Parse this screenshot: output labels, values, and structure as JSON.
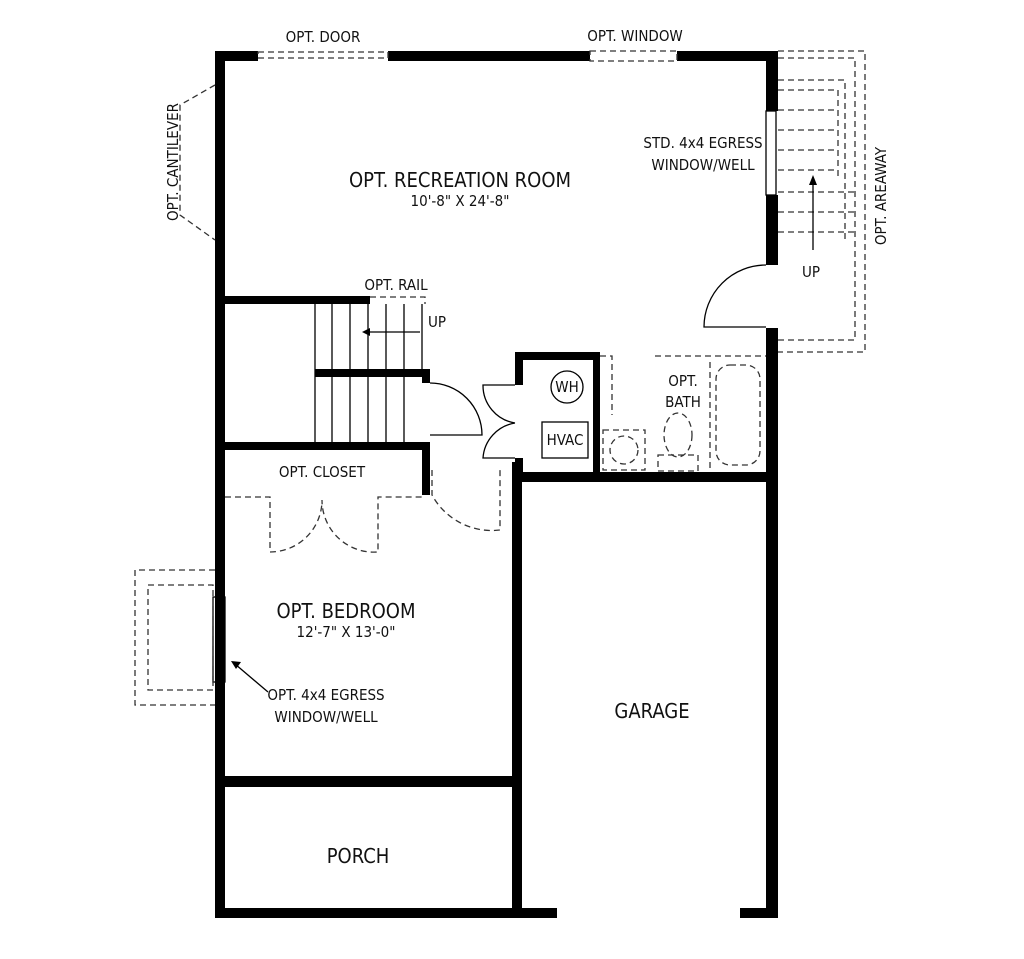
{
  "labels": {
    "opt_door": "OPT. DOOR",
    "opt_window": "OPT. WINDOW",
    "opt_cantilever": "OPT. CANTILEVER",
    "opt_areaway": "OPT. AREAWAY",
    "egress_std_1": "STD. 4x4 EGRESS",
    "egress_std_2": "WINDOW/WELL",
    "rec_room": "OPT. RECREATION ROOM",
    "rec_room_dim": "10'-8\" X 24'-8\"",
    "opt_rail": "OPT. RAIL",
    "up_stairs": "UP",
    "up_areaway": "UP",
    "wh": "WH",
    "hvac": "HVAC",
    "bath_1": "OPT.",
    "bath_2": "BATH",
    "closet": "OPT. CLOSET",
    "bedroom": "OPT. BEDROOM",
    "bedroom_dim": "12'-7\" X 13'-0\"",
    "egress_opt_1": "OPT. 4x4 EGRESS",
    "egress_opt_2": "WINDOW/WELL",
    "garage": "GARAGE",
    "porch": "PORCH"
  }
}
